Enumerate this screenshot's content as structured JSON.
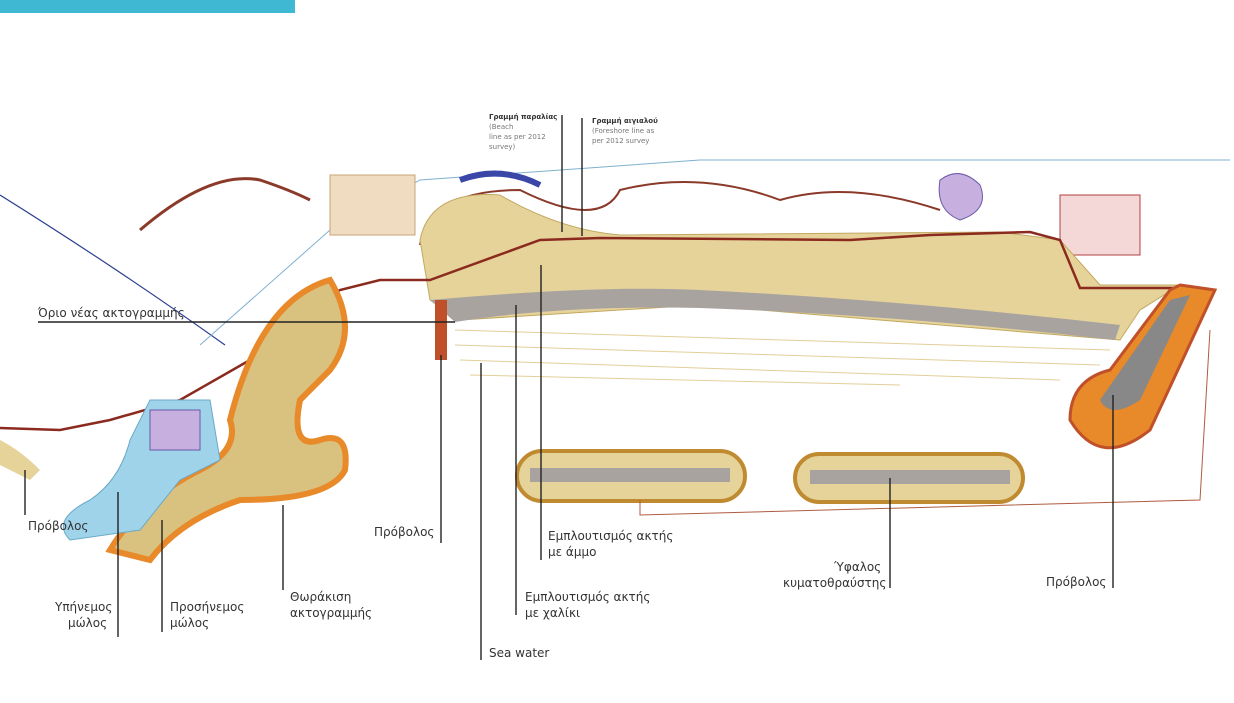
{
  "header": {
    "accent_color": "#3fb8d3"
  },
  "colors": {
    "sand": "#e6d39a",
    "gravel": "#a9a3a0",
    "water": "#9fd3ea",
    "road": "#8b2a1e",
    "armour": "#e8892a"
  },
  "top_notes": {
    "beach_line": {
      "bold": "Γραμμή παραλίας",
      "line1": "(Beach",
      "line2": "line as per 2012",
      "line3": "survey)"
    },
    "foreshore_line": {
      "bold": "Γραμμή αιγιαλού",
      "line1": "(Foreshore line as",
      "line2": "per 2012 survey"
    }
  },
  "labels": {
    "new_coastline": "Όριο νέας ακτογραμμής",
    "groin_left": "Πρόβολος",
    "leeward_l1": "Υπήνεμος",
    "leeward_l2": "μώλος",
    "windward_l1": "Προσήνεμος",
    "windward_l2": "μώλος",
    "armour_l1": "Θωράκιση",
    "armour_l2": "ακτογραμμής",
    "groin_mid": "Πρόβολος",
    "sea_water": "Sea water",
    "gravel_l1": "Εμπλουτισμός ακτής",
    "gravel_l2": "με χαλίκι",
    "sand_l1": "Εμπλουτισμός ακτής",
    "sand_l2": "με άμμο",
    "reef_l1": "Ύφαλος",
    "reef_l2": "κυματοθραύστης",
    "groin_right": "Πρόβολος"
  }
}
